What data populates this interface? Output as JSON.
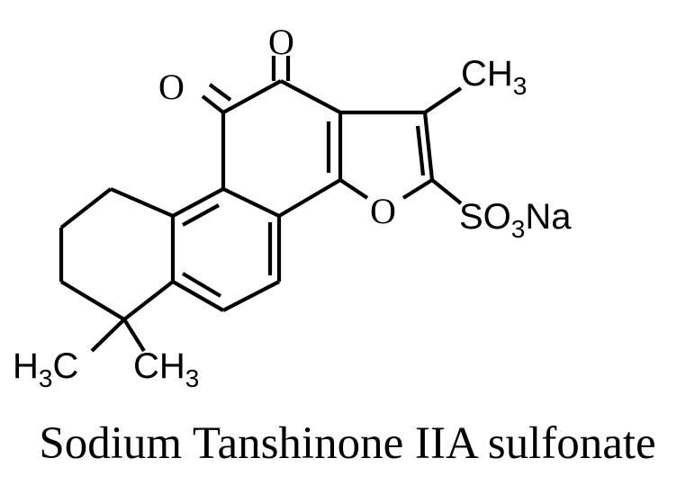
{
  "diagram": {
    "labels": {
      "oxygen_top": "O",
      "oxygen_left": "O",
      "oxygen_ring": "O",
      "methyl_top_main": "CH",
      "methyl_top_sub": "3",
      "sulfonate_s": "SO",
      "sulfonate_sub": "3",
      "sulfonate_na": "Na",
      "methyl_left_h": "H",
      "methyl_left_sub": "3",
      "methyl_left_c": "C",
      "methyl_right_main": "CH",
      "methyl_right_sub": "3"
    },
    "caption": "Sodium Tanshinone IIA sulfonate"
  }
}
